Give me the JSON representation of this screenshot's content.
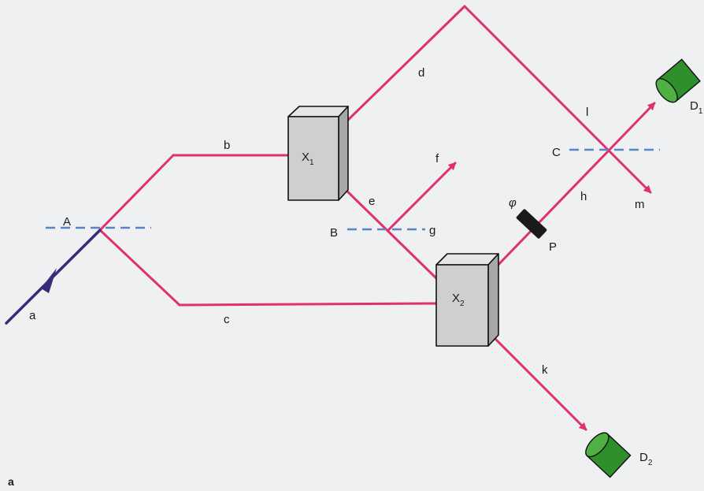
{
  "figure_label": "a",
  "colors": {
    "beam": "#e0306e",
    "input_beam": "#3a2a7a",
    "splitter": "#5b84c4",
    "crystal_front": "#cfcfcf",
    "crystal_top": "#e6e6e6",
    "crystal_side": "#a8a8a8",
    "detector": "#2f8f2a",
    "phase_plate": "#1a1a1a"
  },
  "beam_labels": {
    "a": "a",
    "b": "b",
    "c": "c",
    "d": "d",
    "e": "e",
    "f": "f",
    "g": "g",
    "h": "h",
    "k": "k",
    "l": "l",
    "m": "m"
  },
  "splitters": {
    "A": "A",
    "B": "B",
    "C": "C"
  },
  "crystals": {
    "x1": {
      "main": "X",
      "sub": "1"
    },
    "x2": {
      "main": "X",
      "sub": "2"
    }
  },
  "phase_shifter": {
    "symbol": "φ",
    "label": "P"
  },
  "detectors": {
    "d1": {
      "main": "D",
      "sub": "1"
    },
    "d2": {
      "main": "D",
      "sub": "2"
    }
  }
}
